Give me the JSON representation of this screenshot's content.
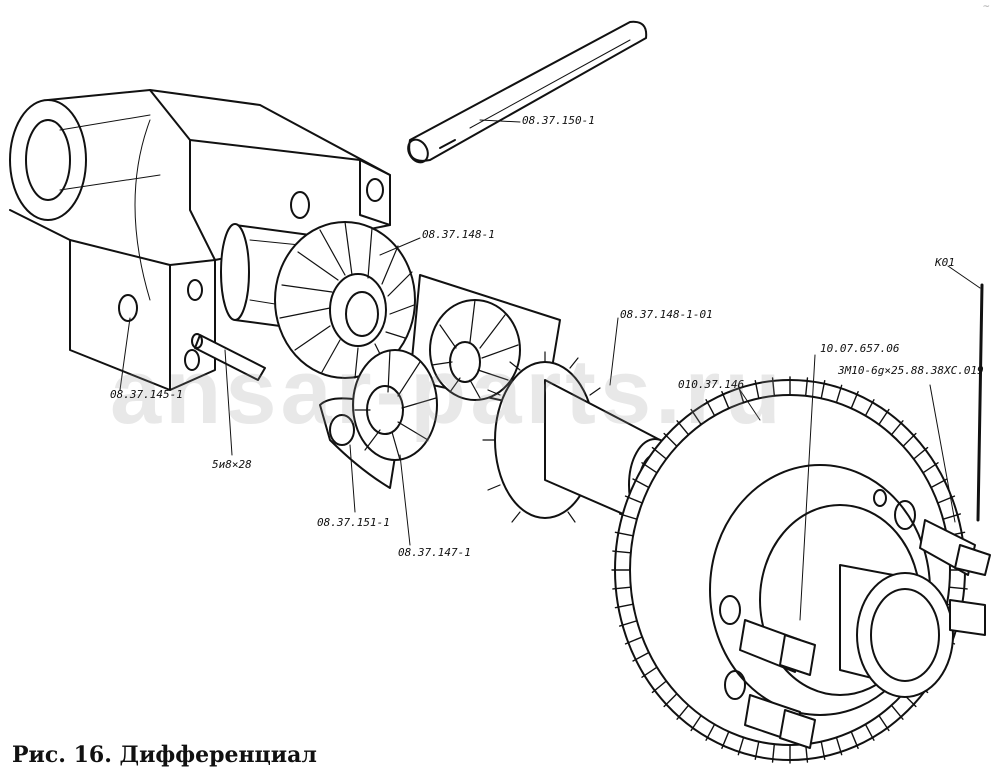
{
  "caption": "Рис. 16. Дифференциал",
  "watermark": "ansar-parts.ru",
  "corner_mark": "~",
  "part_labels": [
    {
      "id": "pin",
      "text": "08.37.150-1"
    },
    {
      "id": "satellite-gear",
      "text": "08.37.148-1"
    },
    {
      "id": "satellite-gear-2",
      "text": "08.37.148-1-01"
    },
    {
      "id": "housing",
      "text": "08.37.145-1"
    },
    {
      "id": "small-pin",
      "text": "5и8×28"
    },
    {
      "id": "washer",
      "text": "08.37.151-1"
    },
    {
      "id": "side-gear",
      "text": "08.37.147-1"
    },
    {
      "id": "hub",
      "text": "010.37.146"
    },
    {
      "id": "ring-gear",
      "text": "10.07.657.06"
    },
    {
      "id": "bolt",
      "text": "ЗМ10-6g×25.88.38ХС.019"
    },
    {
      "id": "wire",
      "text": "К01"
    }
  ],
  "colors": {
    "ink": "#111111",
    "paper": "#ffffff",
    "watermark": "#969696"
  }
}
